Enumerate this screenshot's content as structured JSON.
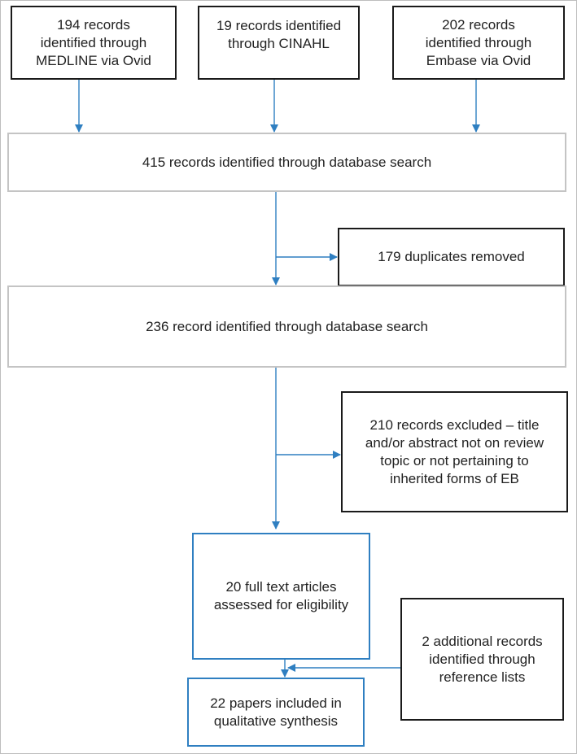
{
  "boxes": {
    "medline": "194 records\nidentified through\nMEDLINE via Ovid",
    "cinahl": "19 records identified\nthrough CINAHL",
    "embase": "202 records\nidentified through\nEmbase via Ovid",
    "database_search": "415 records identified through database search",
    "duplicates": "179 duplicates removed",
    "after_duplicates": "236 record identified through database search",
    "excluded": "210 records excluded – title\nand/or abstract not on review\ntopic or not pertaining to\ninherited forms of EB",
    "full_text": "20 full text articles\nassessed for eligibility",
    "additional": "2 additional records\nidentified through\nreference lists",
    "included": "22 papers included in\nqualitative synthesis"
  },
  "colors": {
    "arrow": "#2f7fc1",
    "box_dark_border": "#1a1a1a",
    "box_gray_border": "#c4c4c4",
    "box_blue_border": "#2f7fc1"
  }
}
